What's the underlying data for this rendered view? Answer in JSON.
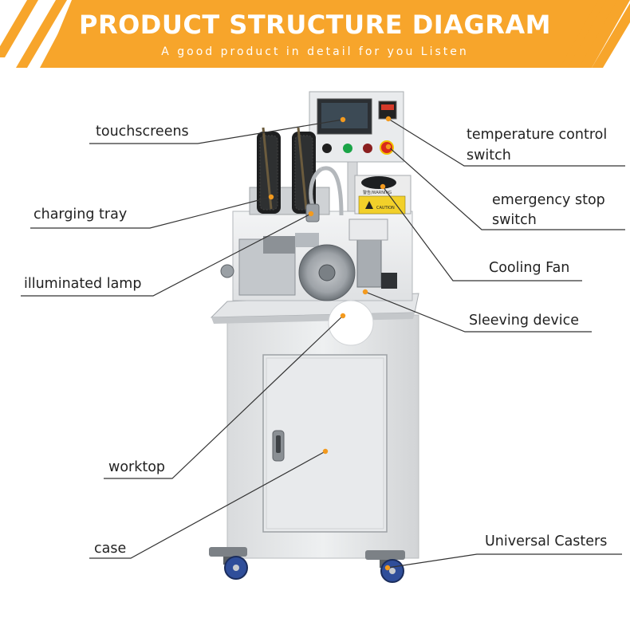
{
  "header": {
    "title": "PRODUCT STRUCTURE DIAGRAM",
    "subtitle": "A good product in detail for you Listen"
  },
  "colors": {
    "accent": "#f7a52b",
    "leader": "#333333",
    "dot": "#f39a1e"
  },
  "labels": {
    "touchscreens": "touchscreens",
    "charging_tray": "charging tray",
    "illuminated_lamp": "illuminated lamp",
    "worktop": "worktop",
    "case": "case",
    "temperature_control_1": "temperature control",
    "temperature_control_2": "switch",
    "emergency_stop_1": "emergency stop",
    "emergency_stop_2": "switch",
    "cooling_fan": "Cooling Fan",
    "sleeving_device": "Sleeving device",
    "universal_casters": "Universal Casters"
  },
  "machine": {
    "warning_sign": "警告/WARNING",
    "caution_label": "CAUTION"
  }
}
